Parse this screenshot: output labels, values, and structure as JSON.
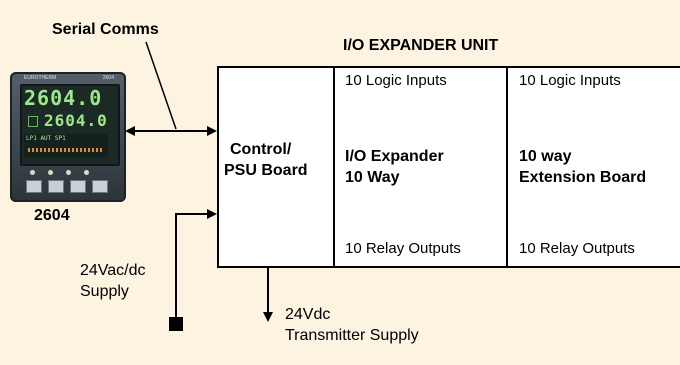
{
  "labels": {
    "serial_comms": "Serial Comms",
    "unit_title": "I/O EXPANDER UNIT",
    "controller_name": "2604",
    "supply_in_line1": "24Vac/dc",
    "supply_in_line2": "Supply",
    "supply_out_line1": "24Vdc",
    "supply_out_line2": "Transmitter Supply"
  },
  "controller": {
    "brand": "EUROTHERM",
    "model": "2604",
    "display_top": "2604.0",
    "display_bottom": "2604.0",
    "bar_text": "LP1      AUT  SP1"
  },
  "unit": {
    "control_board_line1": "Control/",
    "control_board_line2": "PSU Board",
    "col2_inputs": "10 Logic Inputs",
    "col2_title_line1": "I/O Expander",
    "col2_title_line2": "10 Way",
    "col2_outputs": "10 Relay Outputs",
    "col3_inputs": "10 Logic Inputs",
    "col3_title_line1": "10 way",
    "col3_title_line2": "Extension Board",
    "col3_outputs": "10 Relay Outputs"
  }
}
